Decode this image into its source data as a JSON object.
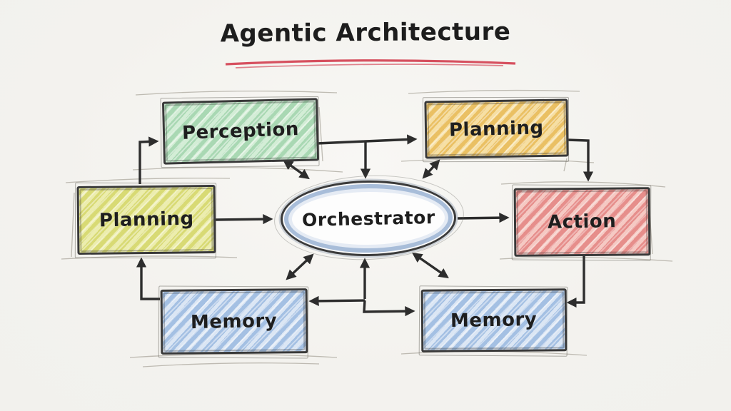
{
  "title": "Agentic Architecture",
  "nodes": {
    "perception": {
      "label": "Perception",
      "fill": "#a9d8b3",
      "stroke": "#393939",
      "shape": "rectangle"
    },
    "planning_top": {
      "label": "Planning",
      "fill": "#eac063",
      "stroke": "#393939",
      "shape": "rectangle"
    },
    "planning_left": {
      "label": "Planning",
      "fill": "#d8da74",
      "stroke": "#393939",
      "shape": "rectangle"
    },
    "orchestrator": {
      "label": "Orchestrator",
      "fill": "#fdfdfd",
      "ring": "#9eb5d4",
      "stroke": "#3b3b3b",
      "shape": "ellipse"
    },
    "action": {
      "label": "Action",
      "fill": "#e68e8b",
      "stroke": "#393939",
      "shape": "rectangle"
    },
    "memory_left": {
      "label": "Memory",
      "fill": "#a4c0e3",
      "stroke": "#393939",
      "shape": "rectangle"
    },
    "memory_right": {
      "label": "Memory",
      "fill": "#a4c0e3",
      "stroke": "#393939",
      "shape": "rectangle"
    }
  },
  "edges": [
    {
      "from": "planning_left",
      "to": "perception",
      "arrow": "single",
      "route": "elbow-up-right"
    },
    {
      "from": "perception",
      "to": "planning_top",
      "arrow": "single",
      "route": "horizontal"
    },
    {
      "from": "perception",
      "to": "orchestrator",
      "arrow": "single",
      "route": "branch-down-from-horizontal"
    },
    {
      "from": "perception",
      "to": "orchestrator",
      "arrow": "double",
      "route": "diagonal"
    },
    {
      "from": "planning_top",
      "to": "orchestrator",
      "arrow": "double",
      "route": "diagonal"
    },
    {
      "from": "planning_top",
      "to": "action",
      "arrow": "single",
      "route": "elbow-right-down"
    },
    {
      "from": "orchestrator",
      "to": "action",
      "arrow": "single",
      "route": "horizontal"
    },
    {
      "from": "action",
      "to": "memory_right",
      "arrow": "single",
      "route": "elbow-down-left"
    },
    {
      "from": "planning_left",
      "to": "orchestrator",
      "arrow": "single",
      "route": "horizontal"
    },
    {
      "from": "orchestrator",
      "to": "memory_left",
      "arrow": "double",
      "route": "diagonal"
    },
    {
      "from": "memory_bus",
      "to": "orchestrator",
      "arrow": "single",
      "route": "vertical-up"
    },
    {
      "from": "memory_bus",
      "to": "memory_left",
      "arrow": "single",
      "route": "horizontal-left"
    },
    {
      "from": "memory_bus",
      "to": "memory_right",
      "arrow": "single",
      "route": "horizontal-right"
    },
    {
      "from": "orchestrator",
      "to": "memory_right",
      "arrow": "double",
      "route": "diagonal"
    },
    {
      "from": "memory_left",
      "to": "planning_left",
      "arrow": "single",
      "route": "elbow-left-up"
    }
  ],
  "palette": {
    "background": "#f2f1ed",
    "ink": "#2d2d2d",
    "pencil_sketch": "#b4b0a7",
    "title_underline": "#d6505f",
    "label_text": "#1e1e1e"
  }
}
